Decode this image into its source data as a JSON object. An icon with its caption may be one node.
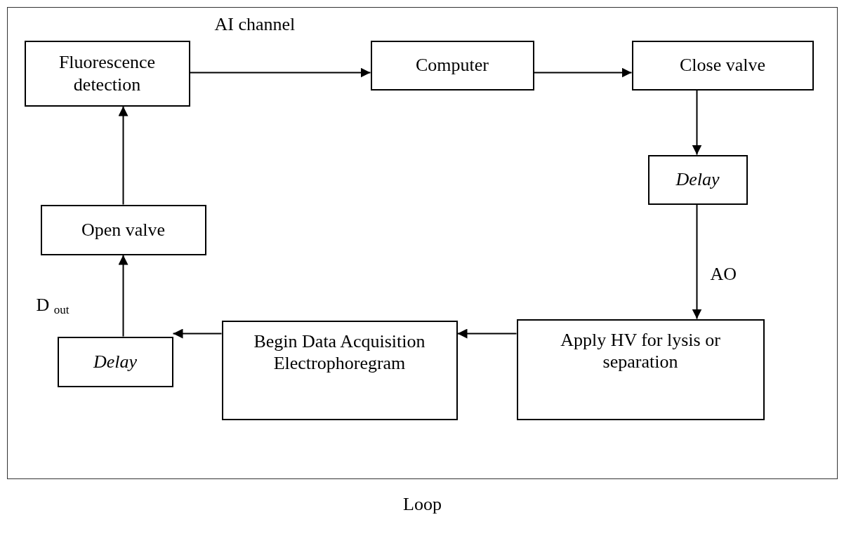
{
  "diagram": {
    "nodes": [
      {
        "text": [
          "Loop"
        ]
      },
      {
        "text": [
          "Fluorescence detection"
        ],
        "in": 0
      },
      {
        "text": [
          "Computer"
        ],
        "in": 0
      },
      {
        "text": [
          "Close valve"
        ],
        "in": 0
      },
      {
        "text": [
          "Delay"
        ],
        "in": 0
      },
      {
        "text": [
          "Apply HV for lysis or separation"
        ],
        "in": 0
      },
      {
        "text": [
          "Begin Data Acquisition Electrophoregram"
        ],
        "in": 0
      },
      {
        "text": [
          "Delay"
        ],
        "in": 0
      },
      {
        "text": [
          "Open valve"
        ],
        "in": 0
      }
    ],
    "edges": [
      {
        "from": 1,
        "to": 2,
        "arrow": "to",
        "label": "AI channel"
      },
      {
        "from": 2,
        "to": 3,
        "arrow": "to"
      },
      {
        "from": 3,
        "to": 4,
        "arrow": "to"
      },
      {
        "from": 4,
        "to": 5,
        "arrow": "to",
        "label": "AO"
      },
      {
        "from": 5,
        "to": 6,
        "arrow": "to"
      },
      {
        "from": 6,
        "to": 7,
        "arrow": "to"
      },
      {
        "from": 7,
        "to": 8,
        "arrow": "to",
        "label": "D $_{out}$"
      },
      {
        "from": 8,
        "to": 1,
        "arrow": "to"
      }
    ]
  }
}
